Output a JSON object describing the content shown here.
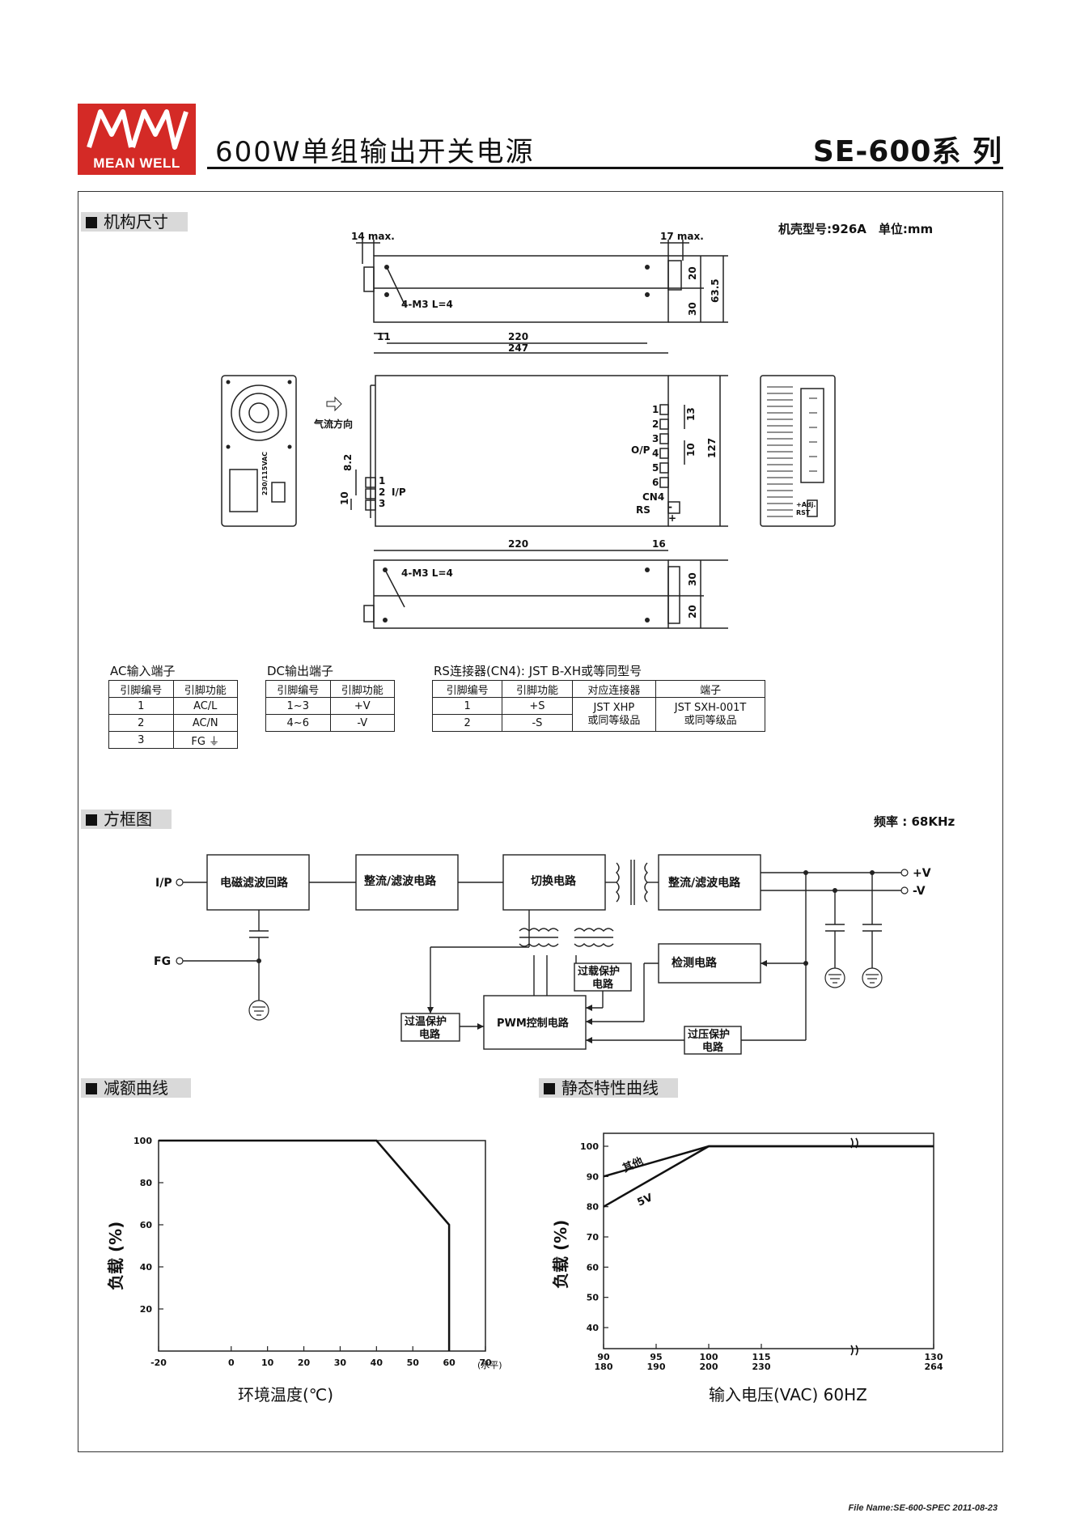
{
  "header": {
    "logo_text": "MW",
    "brand": "MEAN WELL",
    "title": "600W单组输出开关电源",
    "series": "SE-600系 列"
  },
  "sections": {
    "dimensions": "机构尺寸",
    "block_diagram": "方框图",
    "derating": "减额曲线",
    "static": "静态特性曲线"
  },
  "dimensions": {
    "case_note": "机壳型号:926A　单位:mm",
    "top_view": {
      "d14": "14 max.",
      "d17": "17 max.",
      "screw": "4-M3 L=4",
      "d11": "11",
      "d220": "220",
      "d247": "247",
      "d20": "20",
      "d30": "30",
      "d63": "63.5"
    },
    "front": {
      "airflow": "气流方向",
      "d82": "8.2",
      "d10": "10",
      "ip_pins": [
        "1",
        "2",
        "3"
      ],
      "ip_label": "I/P",
      "voltage_switch": "230/115VAC",
      "op_pins": [
        "1",
        "2",
        "3",
        "4",
        "5",
        "6"
      ],
      "op_label": "O/P",
      "cn4": "CN4",
      "rs": "RS",
      "minus": "-",
      "plus": "+",
      "d13": "13",
      "d10b": "10",
      "d127": "127"
    },
    "right_view": {
      "adj": "+Adj.",
      "rst": "RST"
    },
    "bottom_view": {
      "d220": "220",
      "d16": "16",
      "screw": "4-M3 L=4",
      "d30": "30",
      "d20": "20"
    }
  },
  "ac_table": {
    "caption": "AC输入端子",
    "headers": [
      "引脚编号",
      "引脚功能"
    ],
    "rows": [
      [
        "1",
        "AC/L"
      ],
      [
        "2",
        "AC/N"
      ],
      [
        "3",
        "FG ⏚"
      ]
    ]
  },
  "dc_table": {
    "caption": "DC输出端子",
    "headers": [
      "引脚编号",
      "引脚功能"
    ],
    "rows": [
      [
        "1~3",
        "+V"
      ],
      [
        "4~6",
        "-V"
      ]
    ]
  },
  "rs_table": {
    "caption": "RS连接器(CN4): JST B-XH或等同型号",
    "headers": [
      "引脚编号",
      "引脚功能",
      "对应连接器",
      "端子"
    ],
    "rows": [
      [
        "1",
        "+S"
      ],
      [
        "2",
        "-S"
      ]
    ],
    "mate_1": "JST XHP",
    "mate_2": "或同等级品",
    "term_1": "JST SXH-001T",
    "term_2": "或同等级品"
  },
  "block": {
    "freq": "频率 : 68KHz",
    "ip": "I/P",
    "fg": "FG",
    "emi": "电磁滤波回路",
    "rect1": "整流/滤波电路",
    "switch": "切换电路",
    "rect2": "整流/滤波电路",
    "detect": "检测电路",
    "olp_1": "过载保护",
    "olp_2": "电路",
    "otp_1": "过温保护",
    "otp_2": "电路",
    "pwm": "PWM控制电路",
    "ovp_1": "过压保护",
    "ovp_2": "电路",
    "vplus": "+V",
    "vminus": "-V"
  },
  "chart_data": [
    {
      "type": "line",
      "title": "",
      "xlabel": "环境温度(℃)",
      "x_unit": "(水平)",
      "ylabel": "负载 (%)",
      "x_ticks": [
        "-20",
        "0",
        "10",
        "20",
        "30",
        "40",
        "50",
        "60",
        "70"
      ],
      "y_ticks": [
        "20",
        "40",
        "60",
        "80",
        "100"
      ],
      "xlim": [
        -20,
        70
      ],
      "ylim": [
        0,
        100
      ],
      "series": [
        {
          "x": [
            -20,
            40,
            60,
            60
          ],
          "y": [
            100,
            100,
            60,
            0
          ]
        }
      ]
    },
    {
      "type": "line",
      "title": "",
      "xlabel": "输入电压(VAC) 60HZ",
      "ylabel": "负载 (%)",
      "x_ticks": [
        [
          "90",
          "180"
        ],
        [
          "95",
          "190"
        ],
        [
          "100",
          "200"
        ],
        [
          "115",
          "230"
        ],
        [
          "130",
          "264"
        ]
      ],
      "y_ticks": [
        "40",
        "50",
        "60",
        "70",
        "80",
        "90",
        "100"
      ],
      "ylim": [
        35,
        100
      ],
      "series": [
        {
          "name": "其他",
          "x": [
            90,
            100,
            130
          ],
          "y": [
            90,
            100,
            100
          ]
        },
        {
          "name": "5V",
          "x": [
            90,
            100,
            130
          ],
          "y": [
            80,
            100,
            100
          ]
        }
      ]
    }
  ],
  "footer": "File Name:SE-600-SPEC   2011-08-23"
}
